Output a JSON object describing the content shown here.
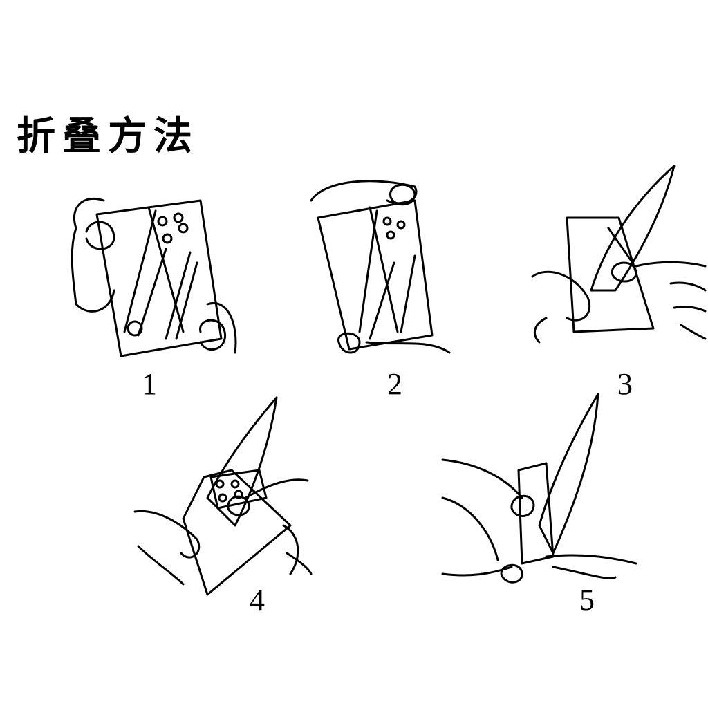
{
  "title": "折叠方法",
  "steps": [
    {
      "label": "1"
    },
    {
      "label": "2"
    },
    {
      "label": "3"
    },
    {
      "label": "4"
    },
    {
      "label": "5"
    }
  ]
}
